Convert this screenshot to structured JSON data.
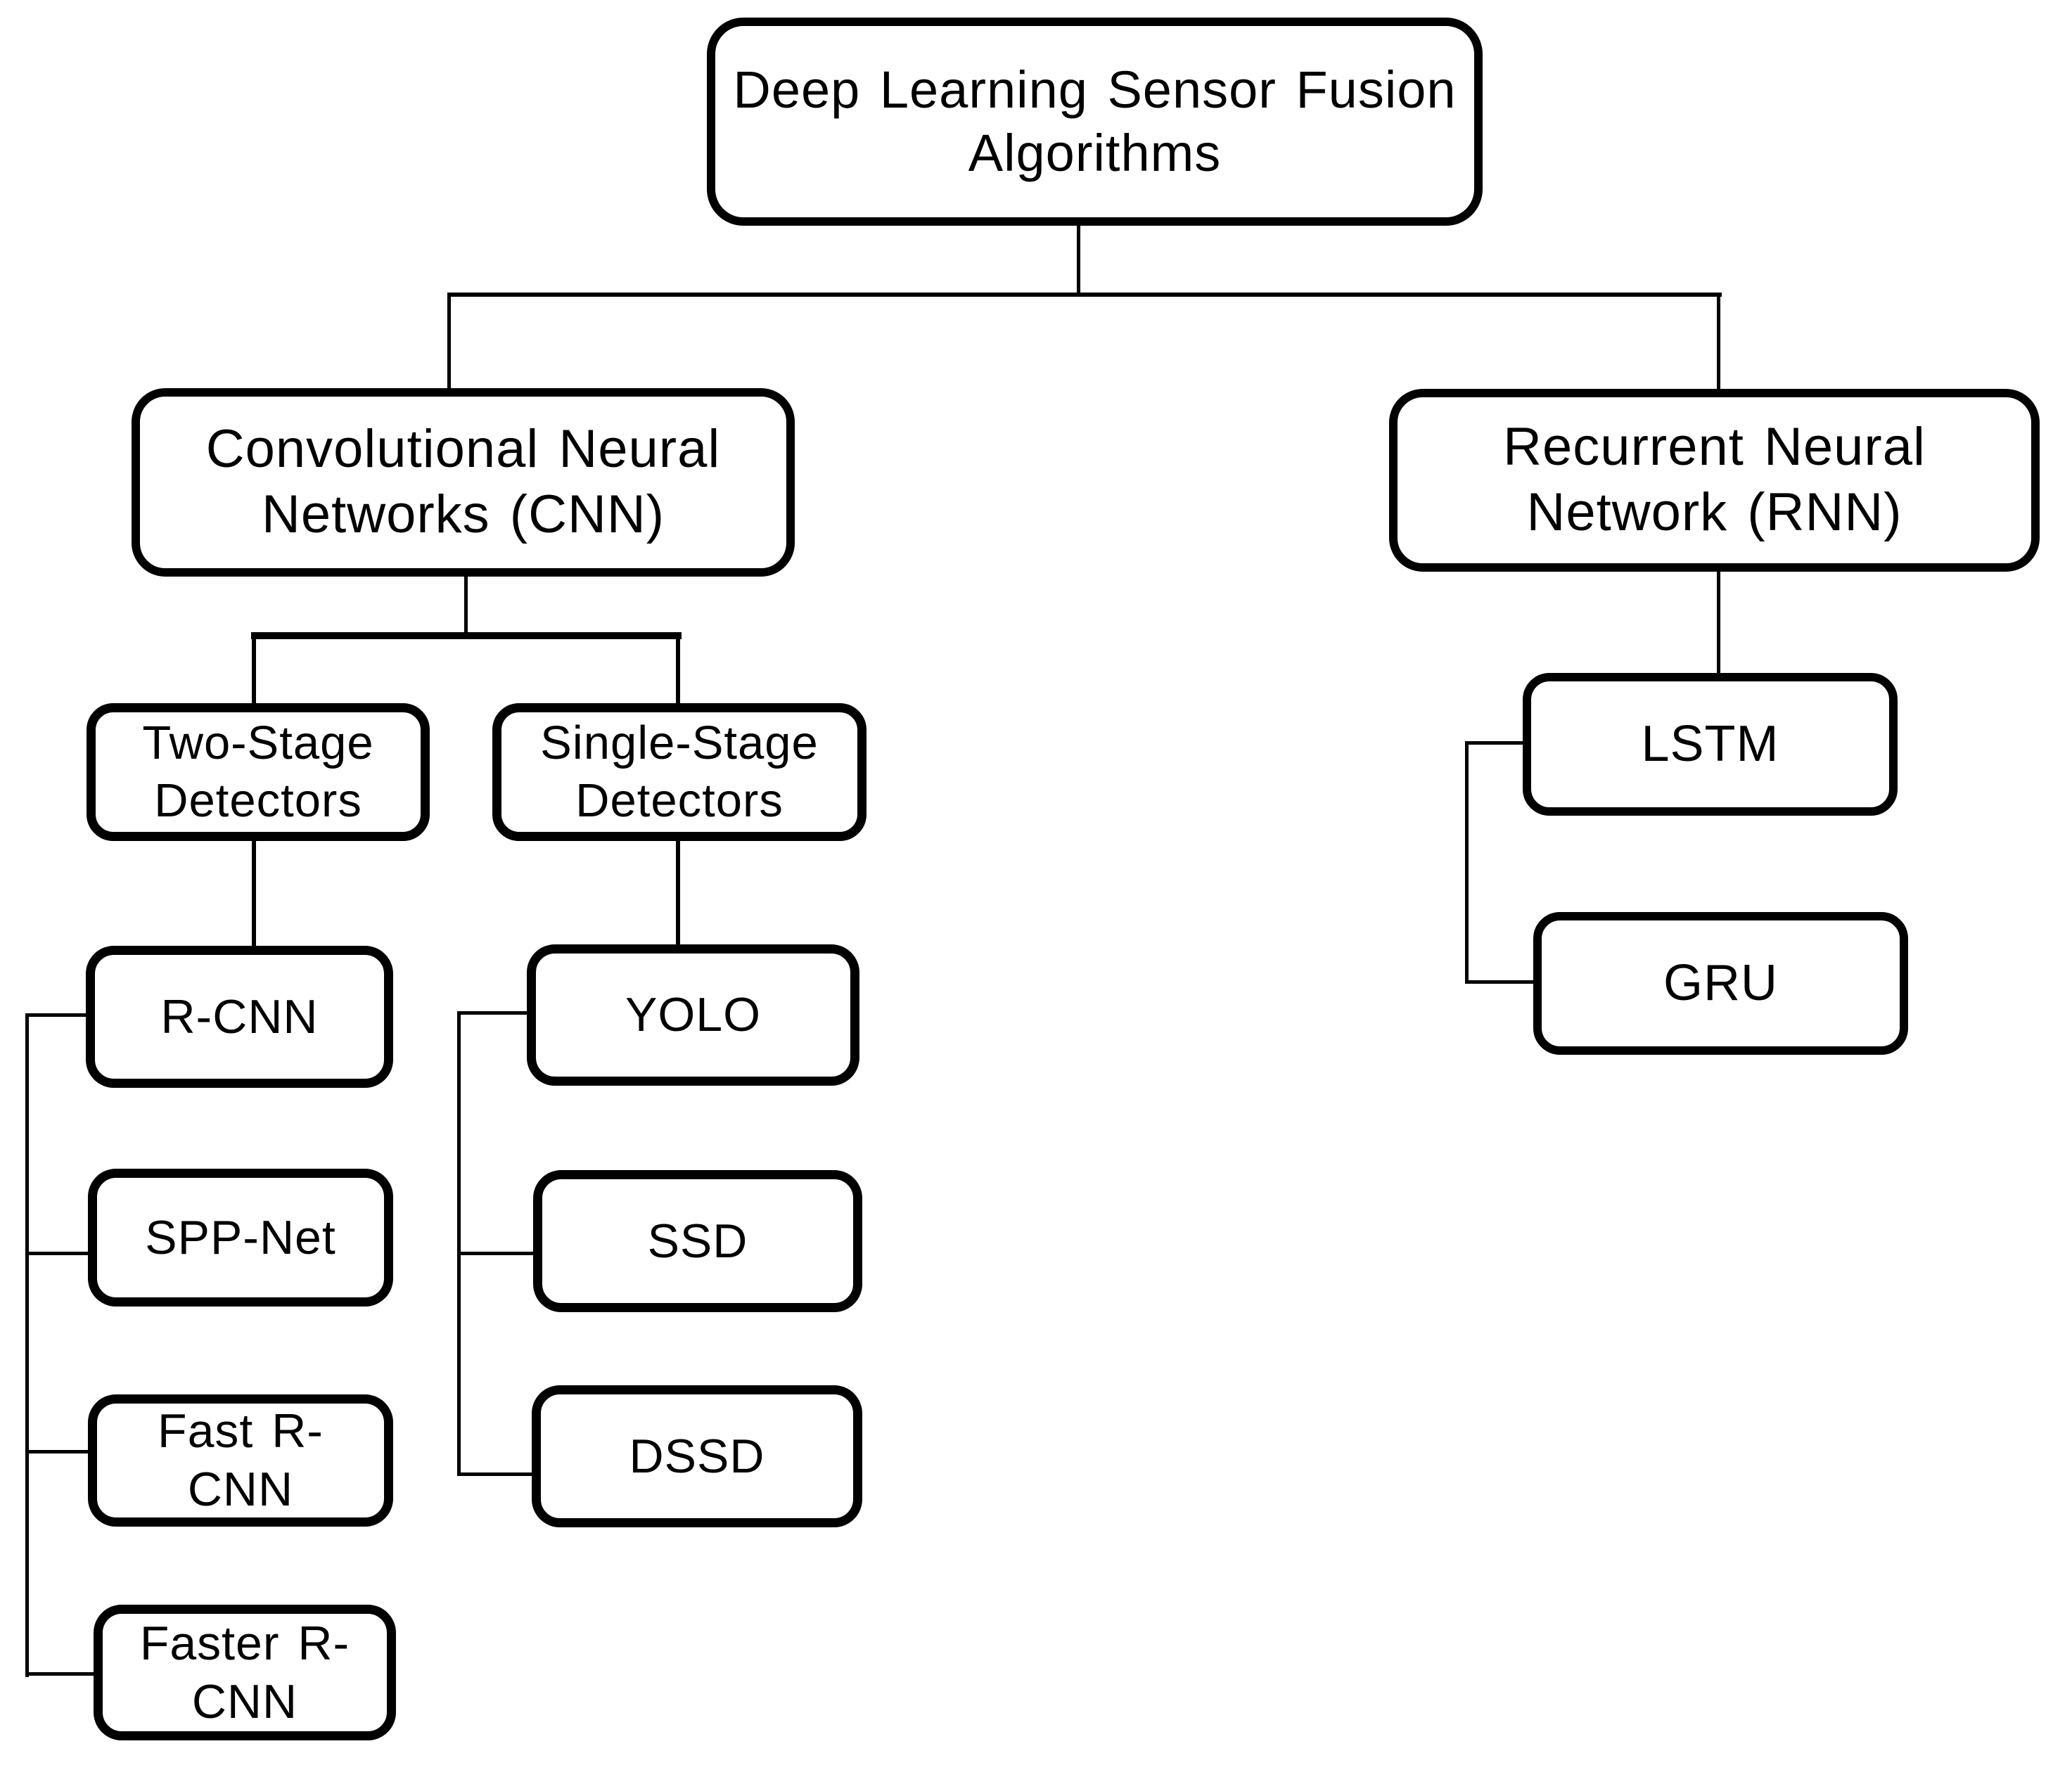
{
  "diagram": {
    "background": "#ffffff",
    "box_fill": "#ffffff",
    "box_border_color": "#000000",
    "line_color": "#000000",
    "text_color": "#000000",
    "nodes": {
      "root": {
        "label": "Deep Learning Sensor Fusion\nAlgorithms"
      },
      "cnn": {
        "label": "Convolutional Neural\nNetworks (CNN)"
      },
      "rnn": {
        "label": "Recurrent Neural\nNetwork (RNN)"
      },
      "two_stage": {
        "label": "Two-Stage\nDetectors"
      },
      "single_stage": {
        "label": "Single-Stage\nDetectors"
      },
      "rcnn": {
        "label": "R-CNN"
      },
      "spp_net": {
        "label": "SPP-Net"
      },
      "fast_rcnn": {
        "label": "Fast R-\nCNN"
      },
      "faster_rcnn": {
        "label": "Faster R-\nCNN"
      },
      "yolo": {
        "label": "YOLO"
      },
      "ssd": {
        "label": "SSD"
      },
      "dssd": {
        "label": "DSSD"
      },
      "lstm": {
        "label": "LSTM"
      },
      "gru": {
        "label": "GRU"
      }
    },
    "edges": [
      {
        "from": "root",
        "to": "cnn"
      },
      {
        "from": "root",
        "to": "rnn"
      },
      {
        "from": "cnn",
        "to": "two_stage"
      },
      {
        "from": "cnn",
        "to": "single_stage"
      },
      {
        "from": "two_stage",
        "to": "rcnn"
      },
      {
        "from": "two_stage",
        "to": "spp_net"
      },
      {
        "from": "two_stage",
        "to": "fast_rcnn"
      },
      {
        "from": "two_stage",
        "to": "faster_rcnn"
      },
      {
        "from": "single_stage",
        "to": "yolo"
      },
      {
        "from": "single_stage",
        "to": "ssd"
      },
      {
        "from": "single_stage",
        "to": "dssd"
      },
      {
        "from": "rnn",
        "to": "lstm"
      },
      {
        "from": "rnn",
        "to": "gru"
      }
    ]
  }
}
